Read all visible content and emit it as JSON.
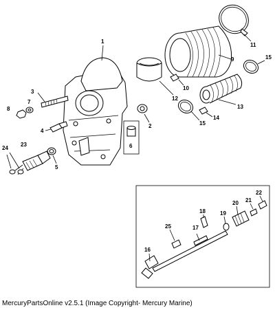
{
  "caption": "MercuryPartsOnline v2.5.1 (Image Copyright- Mercury Marine)",
  "callouts": {
    "c1": "1",
    "c2": "2",
    "c3": "3",
    "c4": "4",
    "c5": "5",
    "c6": "6",
    "c7": "7",
    "c8": "8",
    "c9": "9",
    "c10": "10",
    "c11": "11",
    "c12": "12",
    "c13": "13",
    "c14": "14",
    "c15a": "15",
    "c15b": "15",
    "c16": "16",
    "c17": "17",
    "c18": "18",
    "c19": "19",
    "c20": "20",
    "c21": "21",
    "c22": "22",
    "c23": "23",
    "c24": "24",
    "c25": "25"
  }
}
